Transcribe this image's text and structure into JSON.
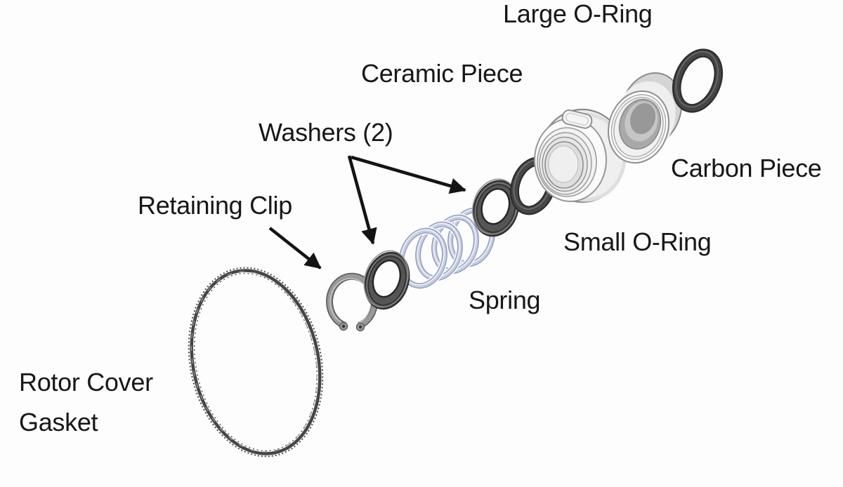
{
  "diagram": {
    "kind": "exploded-parts-diagram",
    "background_color": "#fdfdfd",
    "text_color": "#171717",
    "arrow_color": "#141414",
    "labels": {
      "large_o_ring": "Large O-Ring",
      "ceramic_piece": "Ceramic Piece",
      "washers": "Washers (2)",
      "carbon_piece": "Carbon Piece",
      "retaining_clip": "Retaining Clip",
      "small_o_ring": "Small O-Ring",
      "spring": "Spring",
      "rotor_cover_gasket": {
        "line1": "Rotor Cover",
        "line2": "Gasket"
      }
    },
    "parts": [
      {
        "name": "rotor-cover-gasket",
        "label": "Rotor Cover Gasket",
        "color": "#454545"
      },
      {
        "name": "retaining-clip",
        "label": "Retaining Clip",
        "color": "#9a9a9a"
      },
      {
        "name": "washer-1",
        "label": "Washers (2)",
        "color": "#555555"
      },
      {
        "name": "spring",
        "label": "Spring",
        "color": "#c6cde2"
      },
      {
        "name": "washer-2",
        "label": "Washers (2)",
        "color": "#555555"
      },
      {
        "name": "small-o-ring",
        "label": "Small O-Ring",
        "color": "#2d2d2d"
      },
      {
        "name": "ceramic-piece",
        "label": "Ceramic Piece",
        "color": "#fafafa"
      },
      {
        "name": "carbon-piece",
        "label": "Carbon Piece",
        "color": "#f0f0f0"
      },
      {
        "name": "large-o-ring",
        "label": "Large O-Ring",
        "color": "#2d2d2d"
      }
    ]
  }
}
